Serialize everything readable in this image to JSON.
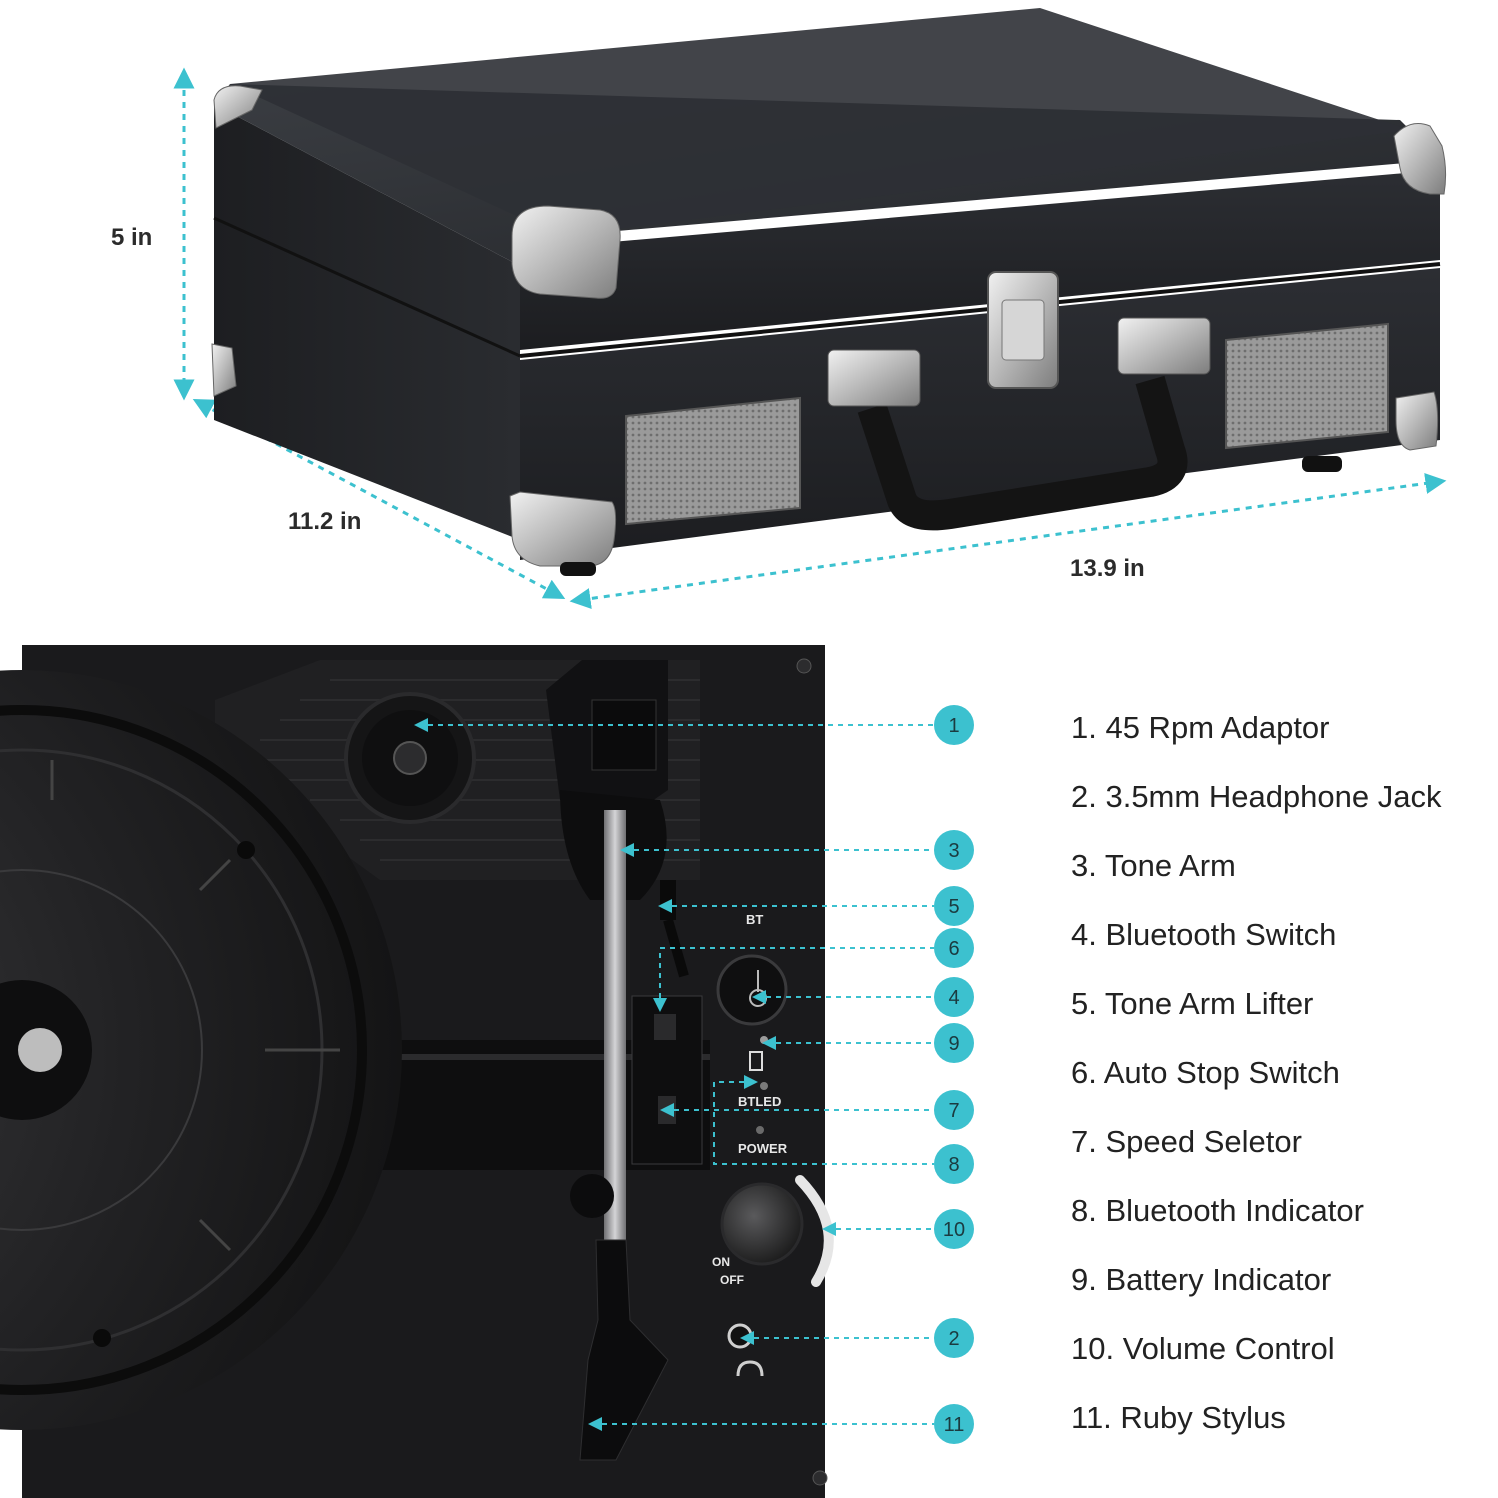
{
  "dimensions": {
    "height": "5 in",
    "depth": "11.2 in",
    "width": "13.9 in"
  },
  "panel_labels": {
    "bt": "BT",
    "btled": "BTLED",
    "power": "POWER",
    "on": "ON",
    "off": "OFF"
  },
  "badges": [
    "1",
    "3",
    "5",
    "6",
    "4",
    "9",
    "7",
    "8",
    "10",
    "2",
    "11"
  ],
  "parts": [
    "1. 45 Rpm Adaptor",
    "2. 3.5mm Headphone Jack",
    "3. Tone Arm",
    "4. Bluetooth Switch",
    "5. Tone Arm Lifter",
    "6. Auto Stop Switch",
    "7. Speed Seletor",
    "8. Bluetooth Indicator",
    "9. Battery Indicator",
    "10. Volume Control",
    "11. Ruby Stylus"
  ],
  "colors": {
    "accent": "#3cc1cf",
    "case": "#2a2c30",
    "metal": "#c9c9c9",
    "panel": "#1a1a1c"
  }
}
